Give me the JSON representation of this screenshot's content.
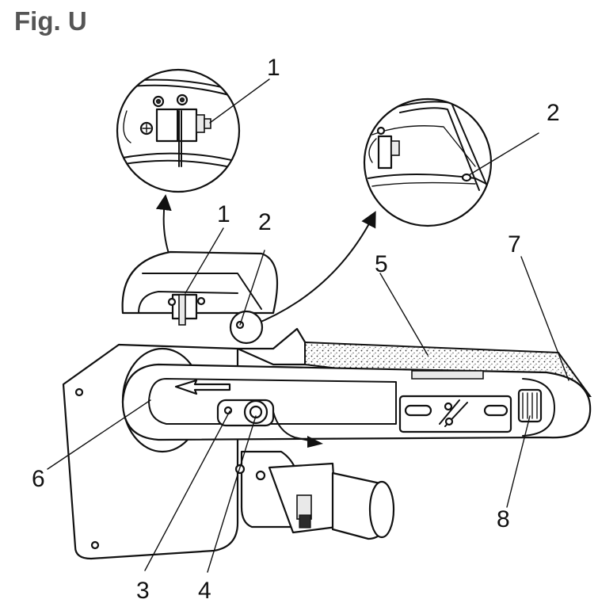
{
  "figure": {
    "title": "Fig. U"
  },
  "callouts": [
    {
      "id": "detail-1",
      "label": "1"
    },
    {
      "id": "detail-2",
      "label": "2"
    },
    {
      "id": "main-1",
      "label": "1"
    },
    {
      "id": "main-2",
      "label": "2"
    },
    {
      "id": "main-3",
      "label": "3"
    },
    {
      "id": "main-4",
      "label": "4"
    },
    {
      "id": "main-5",
      "label": "5"
    },
    {
      "id": "main-6",
      "label": "6"
    },
    {
      "id": "main-7",
      "label": "7"
    },
    {
      "id": "main-8",
      "label": "8"
    }
  ],
  "colors": {
    "title": "#555555",
    "ink": "#111111",
    "paper": "#ffffff",
    "shade": "#e9e9e9"
  },
  "icons": [
    "direction-arrow-icon",
    "screw-icon",
    "knob-icon"
  ]
}
